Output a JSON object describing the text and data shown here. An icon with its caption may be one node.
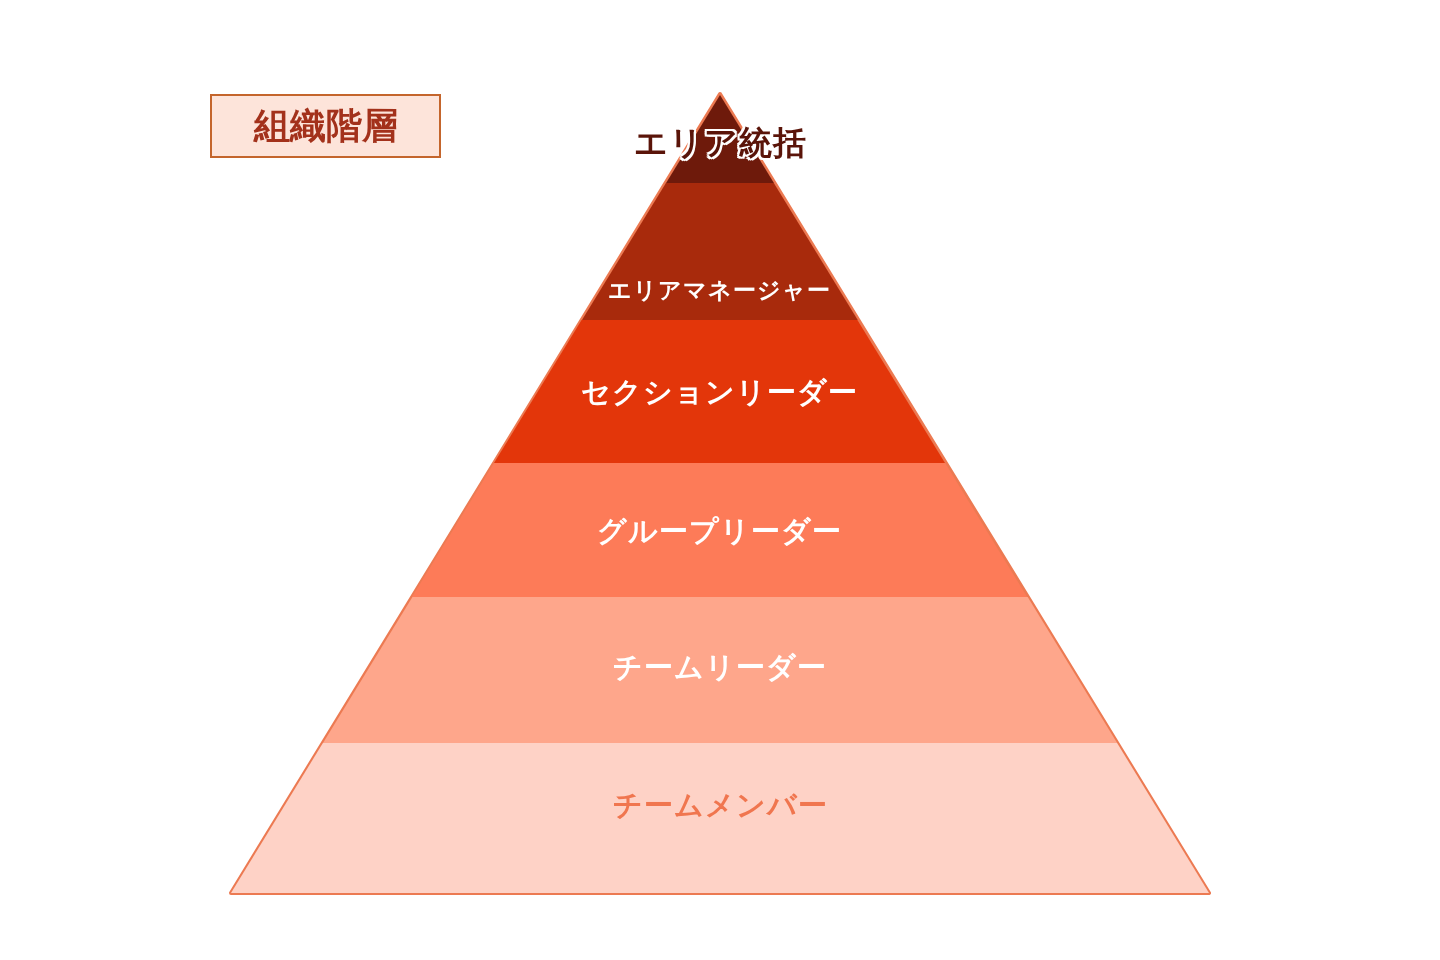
{
  "diagram": {
    "title": "組織階層",
    "nodes": [
      {
        "text": [
          "エリア統括"
        ]
      },
      {
        "text": [
          "エリアマネージャー"
        ]
      },
      {
        "text": [
          "セクションリーダー"
        ]
      },
      {
        "text": [
          "グループリーダー"
        ]
      },
      {
        "text": [
          "チームリーダー"
        ]
      },
      {
        "text": [
          "チームメンバー"
        ]
      }
    ]
  }
}
